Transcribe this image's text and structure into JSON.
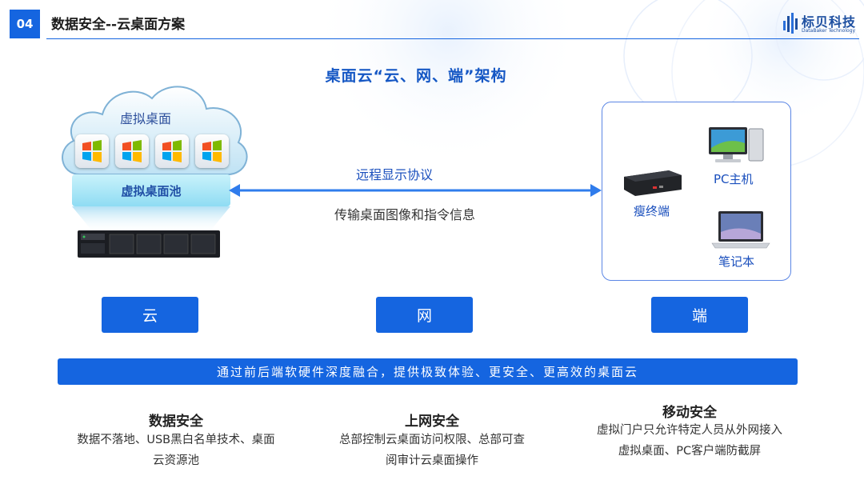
{
  "header": {
    "section_number": "04",
    "title": "数据安全--云桌面方案",
    "logo_text": "标贝科技",
    "logo_subtext": "DataBaker Technology"
  },
  "diagram": {
    "title": "桌面云“云、网、端”架构",
    "cloud": {
      "label": "虚拟桌面",
      "pool_label": "虚拟桌面池",
      "icons": [
        "windows-icon",
        "windows-icon",
        "windows-icon",
        "windows-icon"
      ]
    },
    "network": {
      "protocol_label": "远程显示协议",
      "transfer_label": "传输桌面图像和指令信息"
    },
    "endpoints": {
      "thin_client_label": "瘦终端",
      "pc_label": "PC主机",
      "laptop_label": "笔记本"
    }
  },
  "tiers": [
    "云",
    "网",
    "端"
  ],
  "banner": "通过前后端软硬件深度融合，提供极致体验、更安全、更高效的桌面云",
  "features": [
    {
      "title": "数据安全",
      "lines": [
        "数据不落地、USB黑白名单技术、桌面",
        "云资源池"
      ]
    },
    {
      "title": "上网安全",
      "lines": [
        "总部控制云桌面访问权限、总部可查",
        "阅审计云桌面操作"
      ]
    },
    {
      "title": "移动安全",
      "lines": [
        "虚拟门户只允许特定人员从外网接入",
        "虚拟桌面、PC客户端防截屏"
      ]
    }
  ],
  "colors": {
    "primary_blue": "#1565e0",
    "accent_text_blue": "#1a4fbd",
    "pool_cyan": "#8fdcf3"
  }
}
